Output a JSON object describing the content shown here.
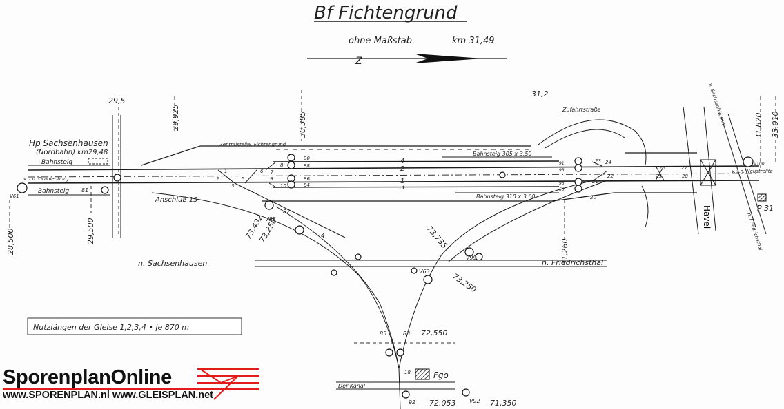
{
  "header": {
    "title": "Bf Fichtengrund",
    "scale_note": "ohne Maßstab",
    "km": "km 31,49"
  },
  "km_markers": [
    "29,5",
    "29,925",
    "30,385",
    "31,2",
    "31,820",
    "33,010",
    "28,500",
    "29,500",
    "31,260",
    "73,432",
    "73,250",
    "73,735",
    "73,250",
    "72,550",
    "72,053",
    "71,350"
  ],
  "labels": {
    "hp": "Hp Sachsenhausen",
    "nordbahn": "(Nordbahn) km29,48",
    "bahnsteig": "Bahnsteig",
    "oranienburg": "v.u.n. Oranienburg",
    "anschluss": "Anschluß 15",
    "stellwerk": "Zentralstellw. Fichtengrund",
    "bahnsteig_305": "Bahnsteig 305 x 3,50",
    "bahnsteig_310": "Bahnsteig 310 x 3,60",
    "zufahrt": "Zufahrtstraße",
    "n_sachsenhausen": "n. Sachsenhausen",
    "n_friedrichsthal": "n. Friedrichsthal",
    "havel": "Havel",
    "v_sachsenhausen": "v. Sachsenhausen",
    "n_friedrichsthal_2": "n. Friedrichsthal",
    "neustrelitz": "v.u.n. Neustrelitz",
    "p31": "P 31",
    "fgo": "Fgo",
    "kanal": "Der Kanal",
    "nutzlaengen": "Nutzlängen der Gleise 1,2,3,4 • je 870 m"
  },
  "tracks": [
    "4",
    "2",
    "1",
    "3",
    "4"
  ],
  "switches": [
    "1",
    "2",
    "3",
    "5",
    "6",
    "7",
    "8",
    "9",
    "10",
    "20",
    "21",
    "22",
    "23",
    "24",
    "25",
    "26",
    "27",
    "28",
    "18"
  ],
  "signals": [
    "V61",
    "81",
    "90",
    "88",
    "86",
    "84",
    "91",
    "93",
    "95",
    "50",
    "V85",
    "82",
    "V99",
    "V63",
    "V100",
    "85",
    "83",
    "92",
    "V92"
  ],
  "logo": {
    "brand": "SporenplanOnline",
    "urls": "www.SPORENPLAN.nl  www.GLEISPLAN.net",
    "accent": "#e21b1b"
  }
}
